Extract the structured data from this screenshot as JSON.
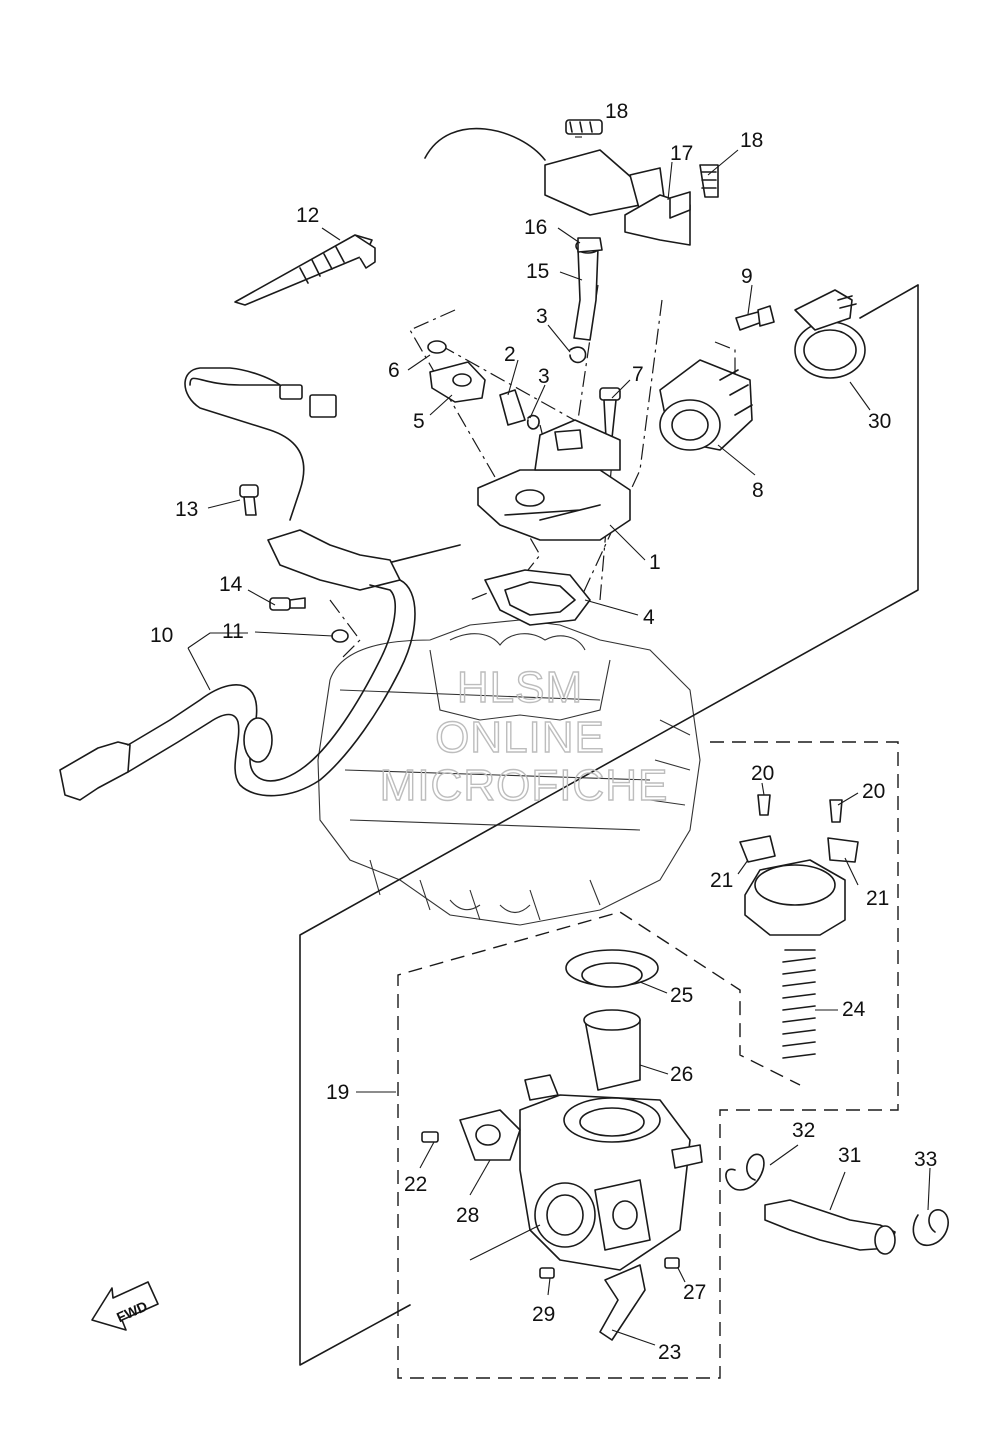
{
  "diagram": {
    "callouts": [
      {
        "id": "c1",
        "text": "1"
      },
      {
        "id": "c2",
        "text": "2"
      },
      {
        "id": "c3a",
        "text": "3"
      },
      {
        "id": "c3b",
        "text": "3"
      },
      {
        "id": "c4",
        "text": "4"
      },
      {
        "id": "c5",
        "text": "5"
      },
      {
        "id": "c6",
        "text": "6"
      },
      {
        "id": "c7",
        "text": "7"
      },
      {
        "id": "c8",
        "text": "8"
      },
      {
        "id": "c9",
        "text": "9"
      },
      {
        "id": "c10",
        "text": "10"
      },
      {
        "id": "c11",
        "text": "11"
      },
      {
        "id": "c12",
        "text": "12"
      },
      {
        "id": "c13",
        "text": "13"
      },
      {
        "id": "c14",
        "text": "14"
      },
      {
        "id": "c15",
        "text": "15"
      },
      {
        "id": "c16",
        "text": "16"
      },
      {
        "id": "c17",
        "text": "17"
      },
      {
        "id": "c18a",
        "text": "18"
      },
      {
        "id": "c18b",
        "text": "18"
      },
      {
        "id": "c19",
        "text": "19"
      },
      {
        "id": "c20a",
        "text": "20"
      },
      {
        "id": "c20b",
        "text": "20"
      },
      {
        "id": "c21a",
        "text": "21"
      },
      {
        "id": "c21b",
        "text": "21"
      },
      {
        "id": "c22",
        "text": "22"
      },
      {
        "id": "c23",
        "text": "23"
      },
      {
        "id": "c24",
        "text": "24"
      },
      {
        "id": "c25",
        "text": "25"
      },
      {
        "id": "c26",
        "text": "26"
      },
      {
        "id": "c27",
        "text": "27"
      },
      {
        "id": "c28",
        "text": "28"
      },
      {
        "id": "c29",
        "text": "29"
      },
      {
        "id": "c30",
        "text": "30"
      },
      {
        "id": "c31",
        "text": "31"
      },
      {
        "id": "c32",
        "text": "32"
      },
      {
        "id": "c33",
        "text": "33"
      }
    ],
    "watermark": {
      "line1": "HLSM",
      "line2": "ONLINE",
      "line3": "MICROFICHE"
    },
    "direction_arrow": {
      "label": "FWD",
      "icon": "fwd-arrow-icon"
    }
  }
}
